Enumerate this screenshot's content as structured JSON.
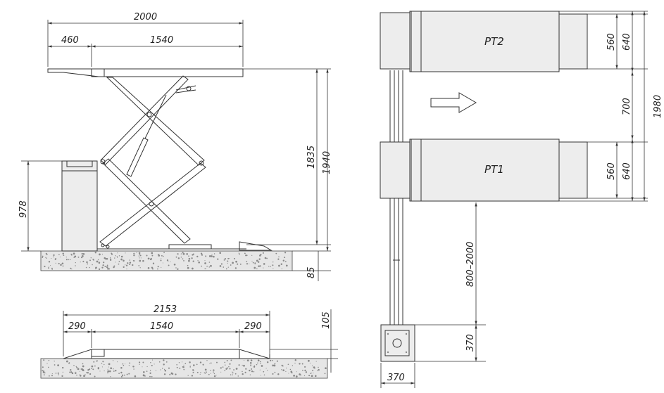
{
  "side_view": {
    "dim_total_length": "2000",
    "dim_ramp": "460",
    "dim_platform": "1540",
    "dim_height_1835": "1835",
    "dim_height_1940": "1940",
    "dim_console_height": "978",
    "dim_base": "85"
  },
  "low_view": {
    "dim_total": "2153",
    "dim_ramp_left": "290",
    "dim_platform": "1540",
    "dim_ramp_right": "290",
    "dim_height": "105"
  },
  "top_view": {
    "platform_top_label": "PT2",
    "platform_bottom_label": "PT1",
    "dim_560_top": "560",
    "dim_640_top": "640",
    "dim_700": "700",
    "dim_1980": "1980",
    "dim_560_bottom": "560",
    "dim_640_bottom": "640",
    "dim_hose": "800–2000",
    "dim_console_h": "370",
    "dim_console_w": "370",
    "arrow_icon": "direction-arrow-icon"
  }
}
